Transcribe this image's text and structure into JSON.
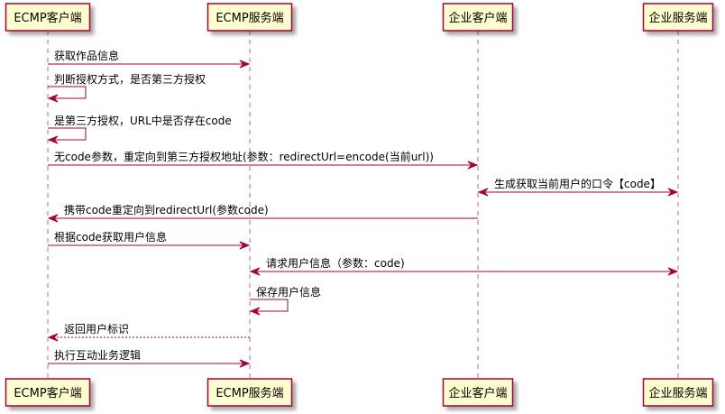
{
  "colors": {
    "participant_fill": "#FEFECE",
    "participant_border": "#A80036",
    "arrow": "#A80036",
    "lifeline": "#A80036"
  },
  "participants": [
    {
      "id": "ecmp_client",
      "label": "ECMP客户端"
    },
    {
      "id": "ecmp_server",
      "label": "ECMP服务端"
    },
    {
      "id": "ent_client",
      "label": "企业客户端"
    },
    {
      "id": "ent_server",
      "label": "企业服务端"
    }
  ],
  "messages": [
    {
      "from": 0,
      "to": 1,
      "label": "获取作品信息",
      "style": "solid",
      "heads": "end"
    },
    {
      "from": 0,
      "to": 0,
      "label": "判断授权方式，是否第三方授权",
      "style": "solid",
      "heads": "end"
    },
    {
      "from": 0,
      "to": 0,
      "label": "是第三方授权，URL中是否存在code",
      "style": "solid",
      "heads": "end"
    },
    {
      "from": 0,
      "to": 2,
      "label": "无code参数，重定向到第三方授权地址(参数：redirectUrl=encode(当前url))",
      "style": "solid",
      "heads": "end"
    },
    {
      "from": 2,
      "to": 3,
      "label": "生成获取当前用户的口令【code】",
      "style": "solid",
      "heads": "both"
    },
    {
      "from": 2,
      "to": 0,
      "label": "携带code重定向到redirectUrl(参数code)",
      "style": "solid",
      "heads": "end"
    },
    {
      "from": 0,
      "to": 1,
      "label": "根据code获取用户信息",
      "style": "solid",
      "heads": "end"
    },
    {
      "from": 1,
      "to": 3,
      "label": "请求用户信息（参数：code)",
      "style": "solid",
      "heads": "both"
    },
    {
      "from": 1,
      "to": 1,
      "label": "保存用户信息",
      "style": "solid",
      "heads": "end"
    },
    {
      "from": 1,
      "to": 0,
      "label": "返回用户标识",
      "style": "dotted",
      "heads": "end"
    },
    {
      "from": 0,
      "to": 1,
      "label": "执行互动业务逻辑",
      "style": "solid",
      "heads": "end"
    }
  ]
}
